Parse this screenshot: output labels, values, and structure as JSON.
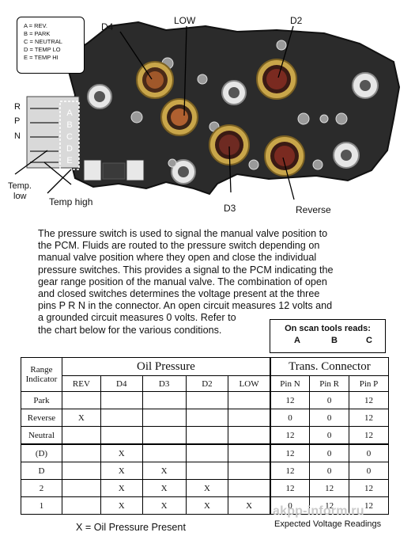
{
  "legend": {
    "items": [
      "A = REV.",
      "B = PARK",
      "C = NEUTRAL",
      "D = TEMP LO",
      "E = TEMP HI"
    ]
  },
  "photo_labels": {
    "d4": "D4",
    "low": "LOW",
    "d2": "D2",
    "d3": "D3",
    "reverse": "Reverse",
    "temp_high": "Temp high",
    "temp_low_line1": "Temp.",
    "temp_low_line2": "low",
    "pin_r": "R",
    "pin_p": "P",
    "pin_n": "N",
    "connector_letters": [
      "A",
      "B",
      "C",
      "D",
      "E"
    ]
  },
  "paragraph": [
    "The pressure switch is used to signal the manual valve position to",
    "the PCM.  Fluids are routed to the pressure switch depending on",
    "manual valve position where they open and close the individual",
    "pressure switches. This provides a signal to the PCM indicating the",
    "gear range position of the manual valve. The combination of open",
    "and closed switches determines the voltage present at the three",
    "pins P R N in the connector.  An open circuit measures 12 volts and",
    "a grounded circuit measures 0 volts.  Refer to",
    "the chart below for the various conditions."
  ],
  "scan_box": {
    "title": "On scan tools reads:",
    "cols": [
      "A",
      "B",
      "C"
    ]
  },
  "table": {
    "range_header": [
      "Range",
      "Indicator"
    ],
    "oil_header": "Oil Pressure",
    "trans_header": "Trans. Connector",
    "oil_cols": [
      "REV",
      "D4",
      "D3",
      "D2",
      "LOW"
    ],
    "pin_cols": [
      "Pin N",
      "Pin R",
      "Pin P"
    ],
    "rows": [
      {
        "range": "Park",
        "oil": [
          "",
          "",
          "",
          "",
          ""
        ],
        "pins": [
          "12",
          "0",
          "12"
        ]
      },
      {
        "range": "Reverse",
        "oil": [
          "X",
          "",
          "",
          "",
          ""
        ],
        "pins": [
          "0",
          "0",
          "12"
        ]
      },
      {
        "range": "Neutral",
        "oil": [
          "",
          "",
          "",
          "",
          ""
        ],
        "pins": [
          "12",
          "0",
          "12"
        ]
      },
      {
        "range": "(D)",
        "oil": [
          "",
          "X",
          "",
          "",
          ""
        ],
        "pins": [
          "12",
          "0",
          "0"
        ]
      },
      {
        "range": "D",
        "oil": [
          "",
          "X",
          "X",
          "",
          ""
        ],
        "pins": [
          "12",
          "0",
          "0"
        ]
      },
      {
        "range": "2",
        "oil": [
          "",
          "X",
          "X",
          "X",
          ""
        ],
        "pins": [
          "12",
          "12",
          "12"
        ]
      },
      {
        "range": "1",
        "oil": [
          "",
          "X",
          "X",
          "X",
          "X"
        ],
        "pins": [
          "0",
          "12",
          "12"
        ]
      }
    ]
  },
  "footer": {
    "legend_x": "X = Oil Pressure Present",
    "caption": "Expected Voltage Readings",
    "watermark": "akpp-inform.ru"
  },
  "colors": {
    "plate": "#2a2a2a",
    "switch_ring": "#c9a64a",
    "switch_core": "#7a2a20"
  }
}
